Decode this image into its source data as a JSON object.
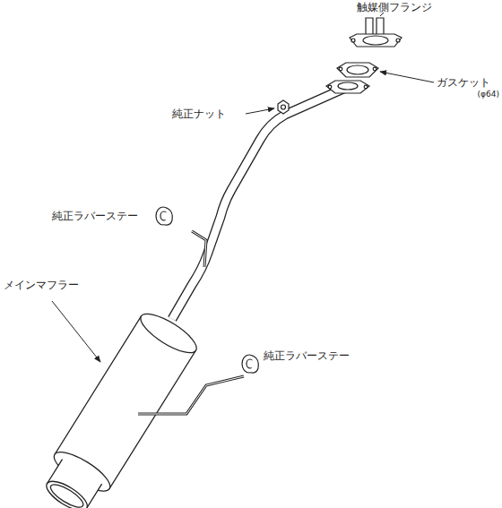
{
  "diagram": {
    "labels": [
      "触媒側フランジ",
      "ガスケット",
      "(φ64)",
      "純正ナット",
      "純正ラバーステー",
      "メインマフラー",
      "純正ラバーステー"
    ]
  }
}
